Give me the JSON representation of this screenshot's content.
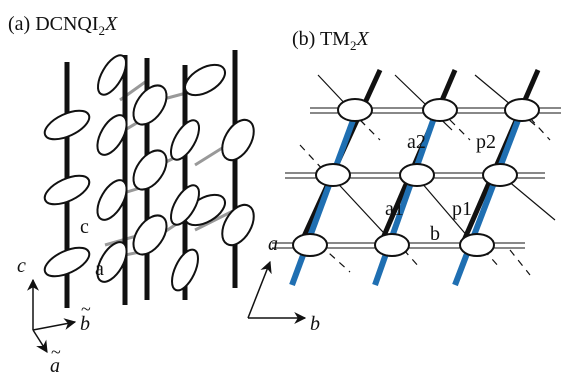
{
  "panel_a": {
    "prefix": "(a) DCNQI",
    "sub": "2",
    "suffix": "X",
    "labels": {
      "c": "c",
      "a": "a"
    },
    "axes": {
      "c": "c",
      "b": "b",
      "a": "a",
      "tilde": "~"
    }
  },
  "panel_b": {
    "prefix": "(b) TM",
    "sub": "2",
    "suffix": "X",
    "labels": {
      "a2": "a2",
      "p2": "p2",
      "a1": "a1",
      "p1": "p1",
      "b": "b"
    },
    "axes": {
      "a": "a",
      "b": "b"
    }
  },
  "colors": {
    "line": "#111111",
    "gray": "#999999",
    "blue": "#1f6fb2"
  }
}
